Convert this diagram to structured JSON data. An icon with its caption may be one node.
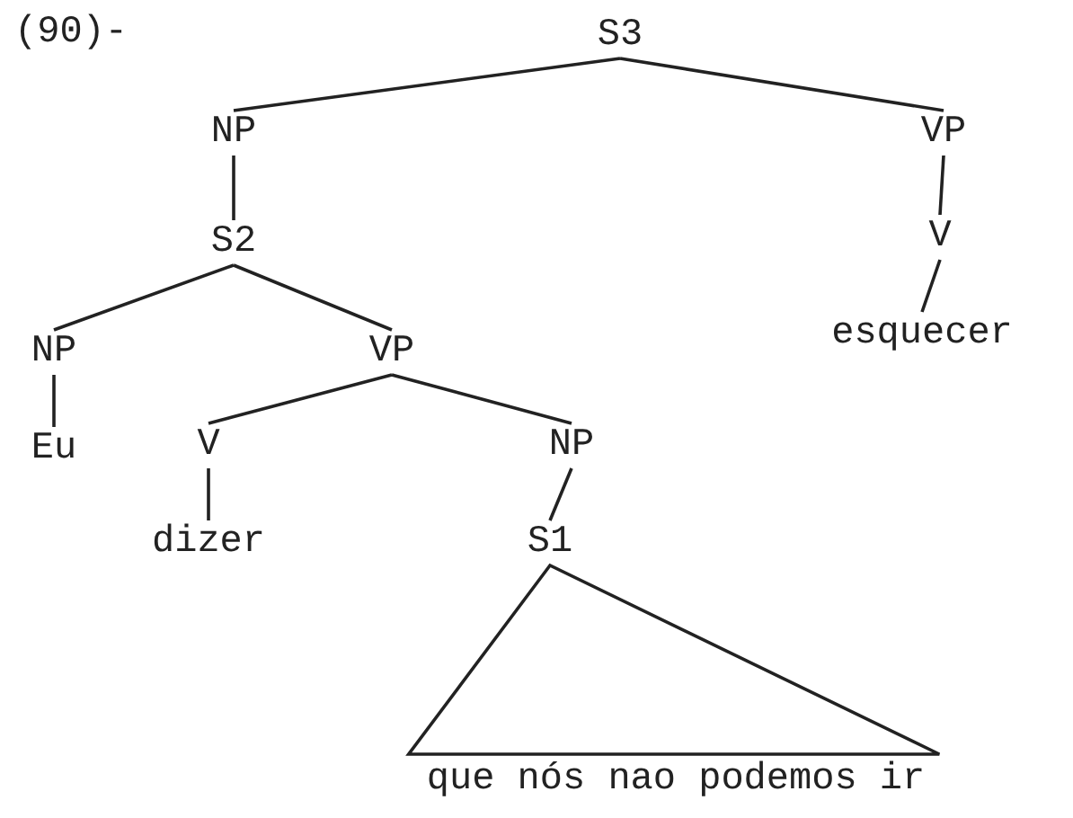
{
  "diagram": {
    "nodes": [
      {
        "text": [
          "S3"
        ]
      },
      {
        "text": [
          "NP"
        ]
      },
      {
        "text": [
          "VP"
        ]
      },
      {
        "text": [
          "S2"
        ]
      },
      {
        "text": [
          "V"
        ]
      },
      {
        "text": [
          "esquecer"
        ]
      },
      {
        "text": [
          "NP"
        ]
      },
      {
        "text": [
          "VP"
        ]
      },
      {
        "text": [
          "Eu"
        ]
      },
      {
        "text": [
          "V"
        ]
      },
      {
        "text": [
          "NP"
        ]
      },
      {
        "text": [
          "dizer"
        ]
      },
      {
        "text": [
          "S1"
        ]
      },
      {
        "text": [
          "que nós nao podemos ir"
        ]
      }
    ],
    "edges": [
      {
        "from": 0,
        "to": 1,
        "arrow": "none"
      },
      {
        "from": 0,
        "to": 2,
        "arrow": "none"
      },
      {
        "from": 1,
        "to": 3,
        "arrow": "none"
      },
      {
        "from": 2,
        "to": 4,
        "arrow": "none"
      },
      {
        "from": 4,
        "to": 5,
        "arrow": "none"
      },
      {
        "from": 3,
        "to": 6,
        "arrow": "none"
      },
      {
        "from": 3,
        "to": 7,
        "arrow": "none"
      },
      {
        "from": 6,
        "to": 8,
        "arrow": "none"
      },
      {
        "from": 7,
        "to": 9,
        "arrow": "none"
      },
      {
        "from": 7,
        "to": 10,
        "arrow": "none"
      },
      {
        "from": 9,
        "to": 11,
        "arrow": "none"
      },
      {
        "from": 10,
        "to": 12,
        "arrow": "none"
      },
      {
        "from": 12,
        "to": 13,
        "arrow": "none"
      }
    ],
    "labels": [
      "(90)-"
    ]
  }
}
